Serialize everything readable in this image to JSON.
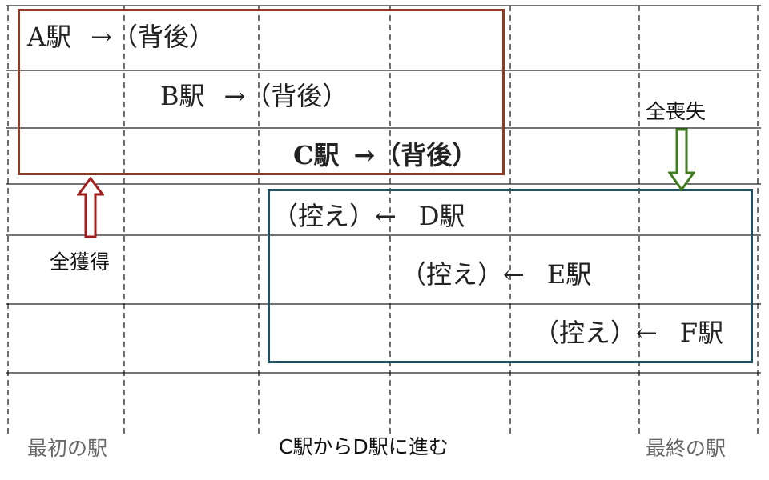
{
  "rows": [
    {
      "station": "A駅",
      "arrow": "→",
      "paren": "（背後）"
    },
    {
      "station": "B駅",
      "arrow": "→",
      "paren": "（背後）"
    },
    {
      "station": "C駅",
      "arrow": "→",
      "paren": "（背後）"
    },
    {
      "paren": "（控え）",
      "arrow": "←",
      "station": "D駅"
    },
    {
      "paren": "（控え）",
      "arrow": "←",
      "station": "E駅"
    },
    {
      "paren": "（控え）",
      "arrow": "←",
      "station": "F駅"
    }
  ],
  "labels": {
    "acquire": "全獲得",
    "lose": "全喪失",
    "first_station": "最初の駅",
    "last_station": "最終の駅",
    "transition": "C駅からD駅に進む"
  },
  "colors": {
    "acquire_box": "#8b3a26",
    "acquire_arrow": "#a31d1d",
    "lose_box": "#1f5060",
    "lose_arrow": "#3f7d1f",
    "grid": "#222222"
  },
  "icons": {
    "acquire_arrow": "hollow-up-arrow-icon",
    "lose_arrow": "hollow-down-arrow-icon"
  }
}
